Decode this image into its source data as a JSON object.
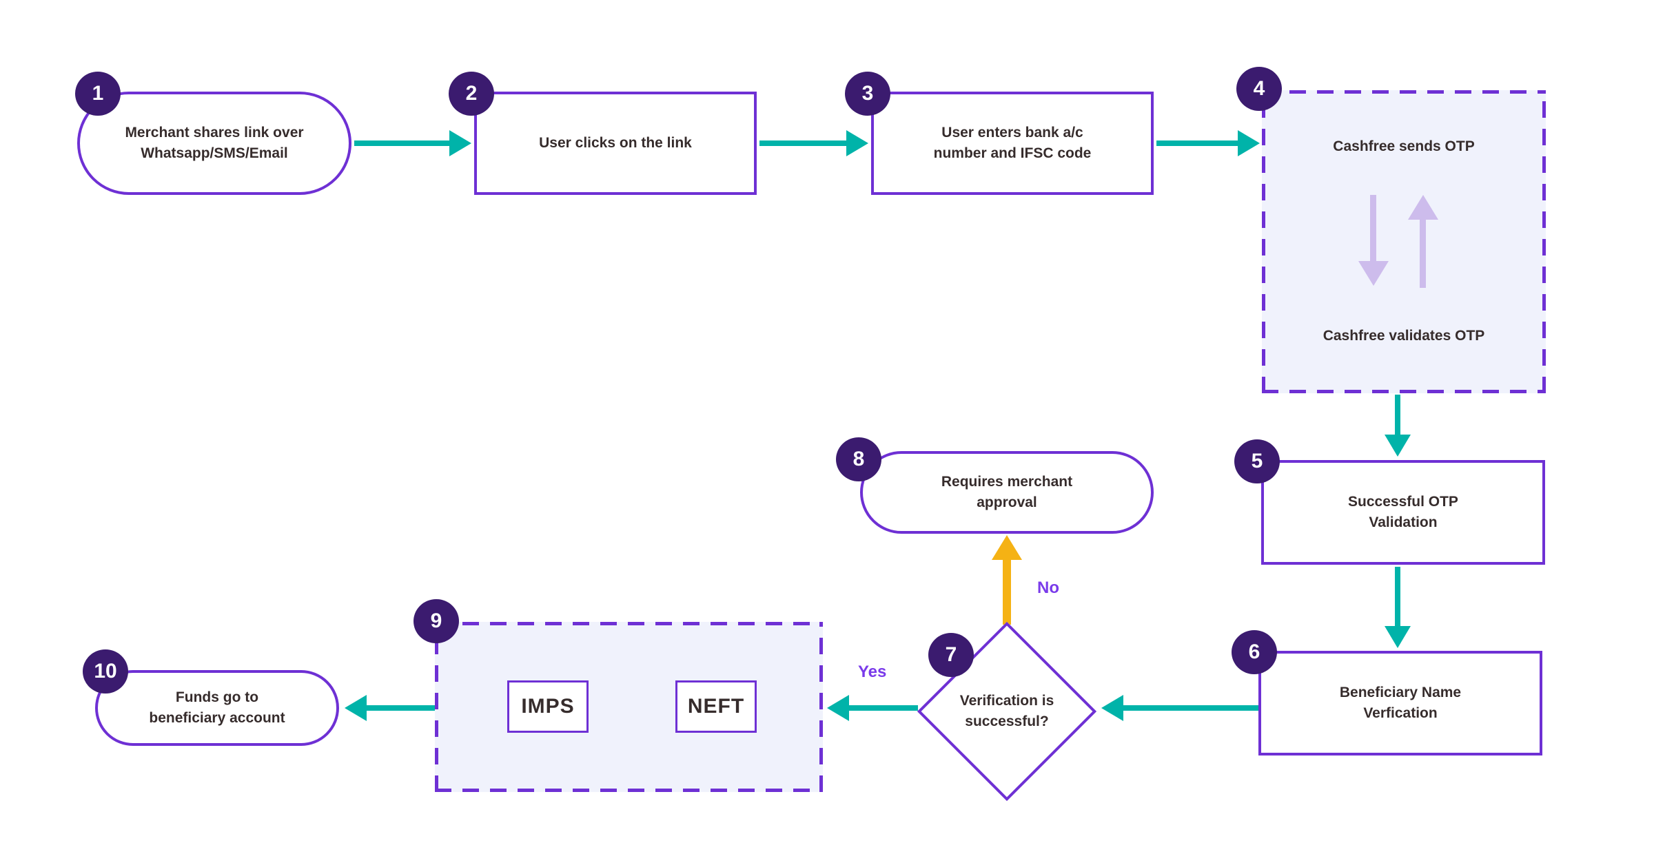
{
  "colors": {
    "purple": "#6E30D4",
    "badge": "#3B1B6F",
    "teal": "#00B3A9",
    "gold": "#F5B214",
    "lavender": "#CDBCEC",
    "fill": "#F0F2FC",
    "text": "#362C2C",
    "label": "#7A3BEA",
    "bg": "#FFFFFF"
  },
  "steps": {
    "1": {
      "badge": "1",
      "shape": "pill",
      "label": "Merchant shares link over Whatsapp/SMS/Email"
    },
    "2": {
      "badge": "2",
      "shape": "rect",
      "label": "User clicks on the link"
    },
    "3": {
      "badge": "3",
      "shape": "rect",
      "label": "User enters bank a/c number and IFSC code"
    },
    "4": {
      "badge": "4",
      "shape": "dashed",
      "label_top": "Cashfree sends OTP",
      "label_bottom": "Cashfree validates OTP"
    },
    "5": {
      "badge": "5",
      "shape": "rect",
      "label": "Successful OTP Validation"
    },
    "6": {
      "badge": "6",
      "shape": "rect",
      "label": "Beneficiary Name Verfication"
    },
    "7": {
      "badge": "7",
      "shape": "diamond",
      "label": "Verification is successful?"
    },
    "8": {
      "badge": "8",
      "shape": "pill",
      "label": "Requires merchant approval"
    },
    "9": {
      "badge": "9",
      "shape": "dashed",
      "options": {
        "imps": "IMPS",
        "neft": "NEFT"
      }
    },
    "10": {
      "badge": "10",
      "shape": "pill",
      "label": "Funds go to beneficiary account"
    }
  },
  "edge_labels": {
    "yes": "Yes",
    "no": "No"
  }
}
